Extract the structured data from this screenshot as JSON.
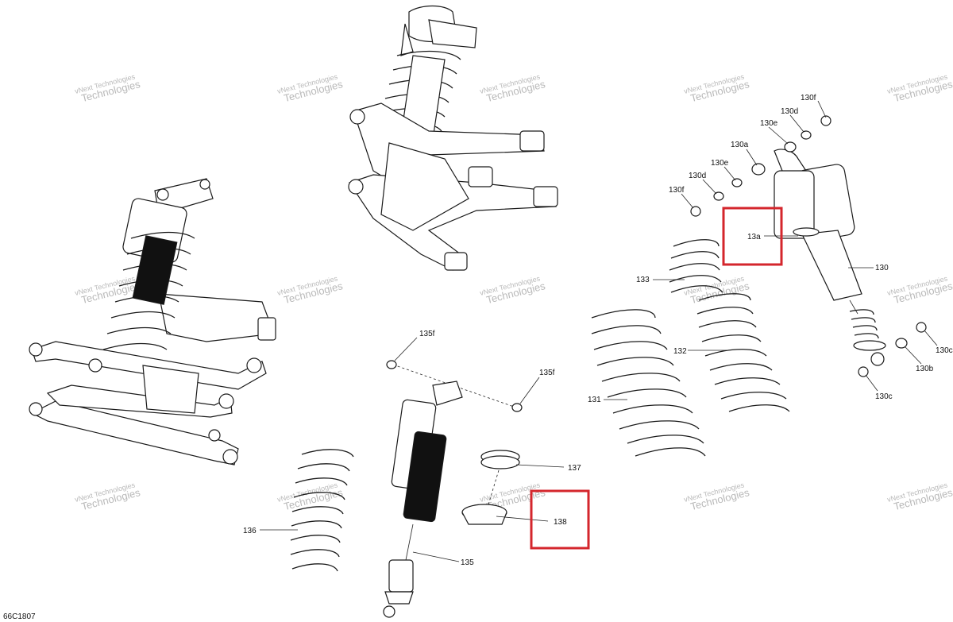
{
  "drawing_code": "66C1807",
  "watermark": {
    "line1": "vNext",
    "line2": "Technologies",
    "combined": "vNext Technologies"
  },
  "labels": {
    "l130f_top": "130f",
    "l130d_top": "130d",
    "l130e_top": "130e",
    "l130a": "130a",
    "l130e_mid": "130e",
    "l130d_mid": "130d",
    "l130f_mid": "130f",
    "l13a": "13a",
    "l130": "130",
    "l133": "133",
    "l132": "132",
    "l131": "131",
    "l130c_right": "130c",
    "l130b": "130b",
    "l130c_bottom": "130c",
    "l135f_top": "135f",
    "l135f_right": "135f",
    "l137": "137",
    "l138": "138",
    "l136": "136",
    "l135": "135"
  },
  "highlight_color": "#d4262c",
  "watermark_color": "#b9b9b9"
}
